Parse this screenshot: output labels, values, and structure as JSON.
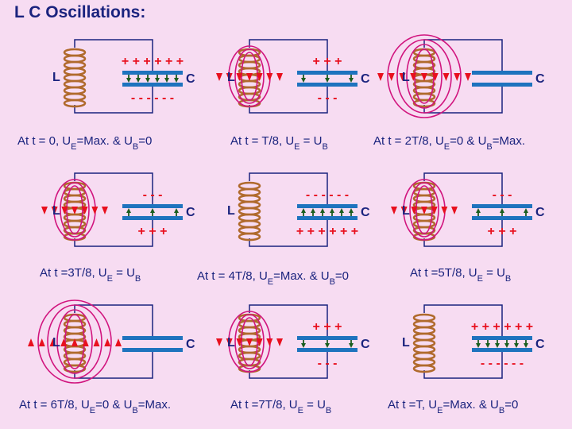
{
  "title": "L C Oscillations:",
  "inductor_label": "L",
  "capacitor_label": "C",
  "colors": {
    "coil": "#b06a2c",
    "field": "#d1147e",
    "arrow": "#e8101e",
    "plate": "#1e73be",
    "wire": "#1a237e",
    "text": "#1a237e",
    "background": "#f7dcf2"
  },
  "panels": [
    {
      "id": "p1",
      "caption": "At t = 0, U",
      "sub1": "E",
      "mid": "=Max. & U",
      "sub2": "B",
      "tail": "=0",
      "plate_top": "+ + + + + +",
      "plate_bottom": "- - - - - -",
      "field_type": "electric",
      "magnetic": "none"
    },
    {
      "id": "p2",
      "caption": "At t = T/8, U",
      "sub1": "E",
      "mid": " = U",
      "sub2": "B",
      "tail": "",
      "plate_top": "+   +   +",
      "plate_bottom": "-   -   -",
      "field_type": "mixed",
      "magnetic": "small"
    },
    {
      "id": "p3",
      "caption": "At t = 2T/8, U",
      "sub1": "E",
      "mid": "=0 & U",
      "sub2": "B",
      "tail": "=Max.",
      "plate_top": "",
      "plate_bottom": "",
      "field_type": "magnetic",
      "magnetic": "large"
    },
    {
      "id": "p4",
      "caption": "At t =3T/8, U",
      "sub1": "E",
      "mid": " = U",
      "sub2": "B",
      "tail": "",
      "plate_top": "-   -   -",
      "plate_bottom": "+   +   +",
      "field_type": "mixed",
      "magnetic": "small"
    },
    {
      "id": "p5",
      "caption": "At t = 4T/8, U",
      "sub1": "E",
      "mid": "=Max. & U",
      "sub2": "B",
      "tail": "=0",
      "plate_top": "- - - - - -",
      "plate_bottom": "+ + + + + +",
      "field_type": "electric",
      "magnetic": "none"
    },
    {
      "id": "p6",
      "caption": "At t =5T/8, U",
      "sub1": "E",
      "mid": " = U",
      "sub2": "B",
      "tail": "",
      "plate_top": "-   -   -",
      "plate_bottom": "+   +   +",
      "field_type": "mixed",
      "magnetic": "small"
    },
    {
      "id": "p7",
      "caption": "At t = 6T/8, U",
      "sub1": "E",
      "mid": "=0 & U",
      "sub2": "B",
      "tail": "=Max.",
      "plate_top": "",
      "plate_bottom": "",
      "field_type": "magnetic",
      "magnetic": "large"
    },
    {
      "id": "p8",
      "caption": "At t =7T/8, U",
      "sub1": "E",
      "mid": " = U",
      "sub2": "B",
      "tail": "",
      "plate_top": "+   +   +",
      "plate_bottom": "-   -   -",
      "field_type": "mixed",
      "magnetic": "small"
    },
    {
      "id": "p9",
      "caption": "At t =T, U",
      "sub1": "E",
      "mid": "=Max. & U",
      "sub2": "B",
      "tail": "=0",
      "plate_top": "+ + + + + +",
      "plate_bottom": "- - - - - -",
      "field_type": "electric",
      "magnetic": "none"
    }
  ]
}
